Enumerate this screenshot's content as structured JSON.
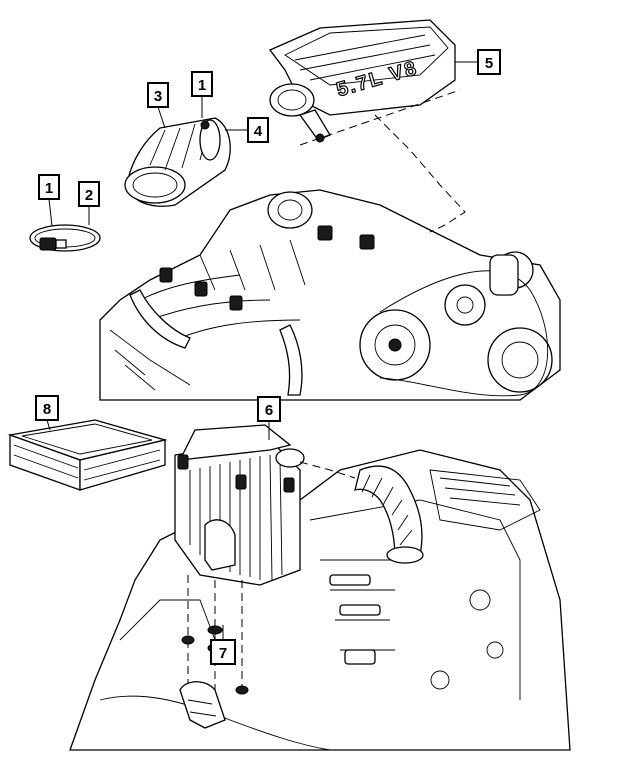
{
  "diagram": {
    "callouts": {
      "c1_top": "1",
      "c1_clamp": "1",
      "c2": "2",
      "c3": "3",
      "c4": "4",
      "c5": "5",
      "c6": "6",
      "c7": "7",
      "c8": "8"
    },
    "cover_marking": "5.7L V8"
  }
}
